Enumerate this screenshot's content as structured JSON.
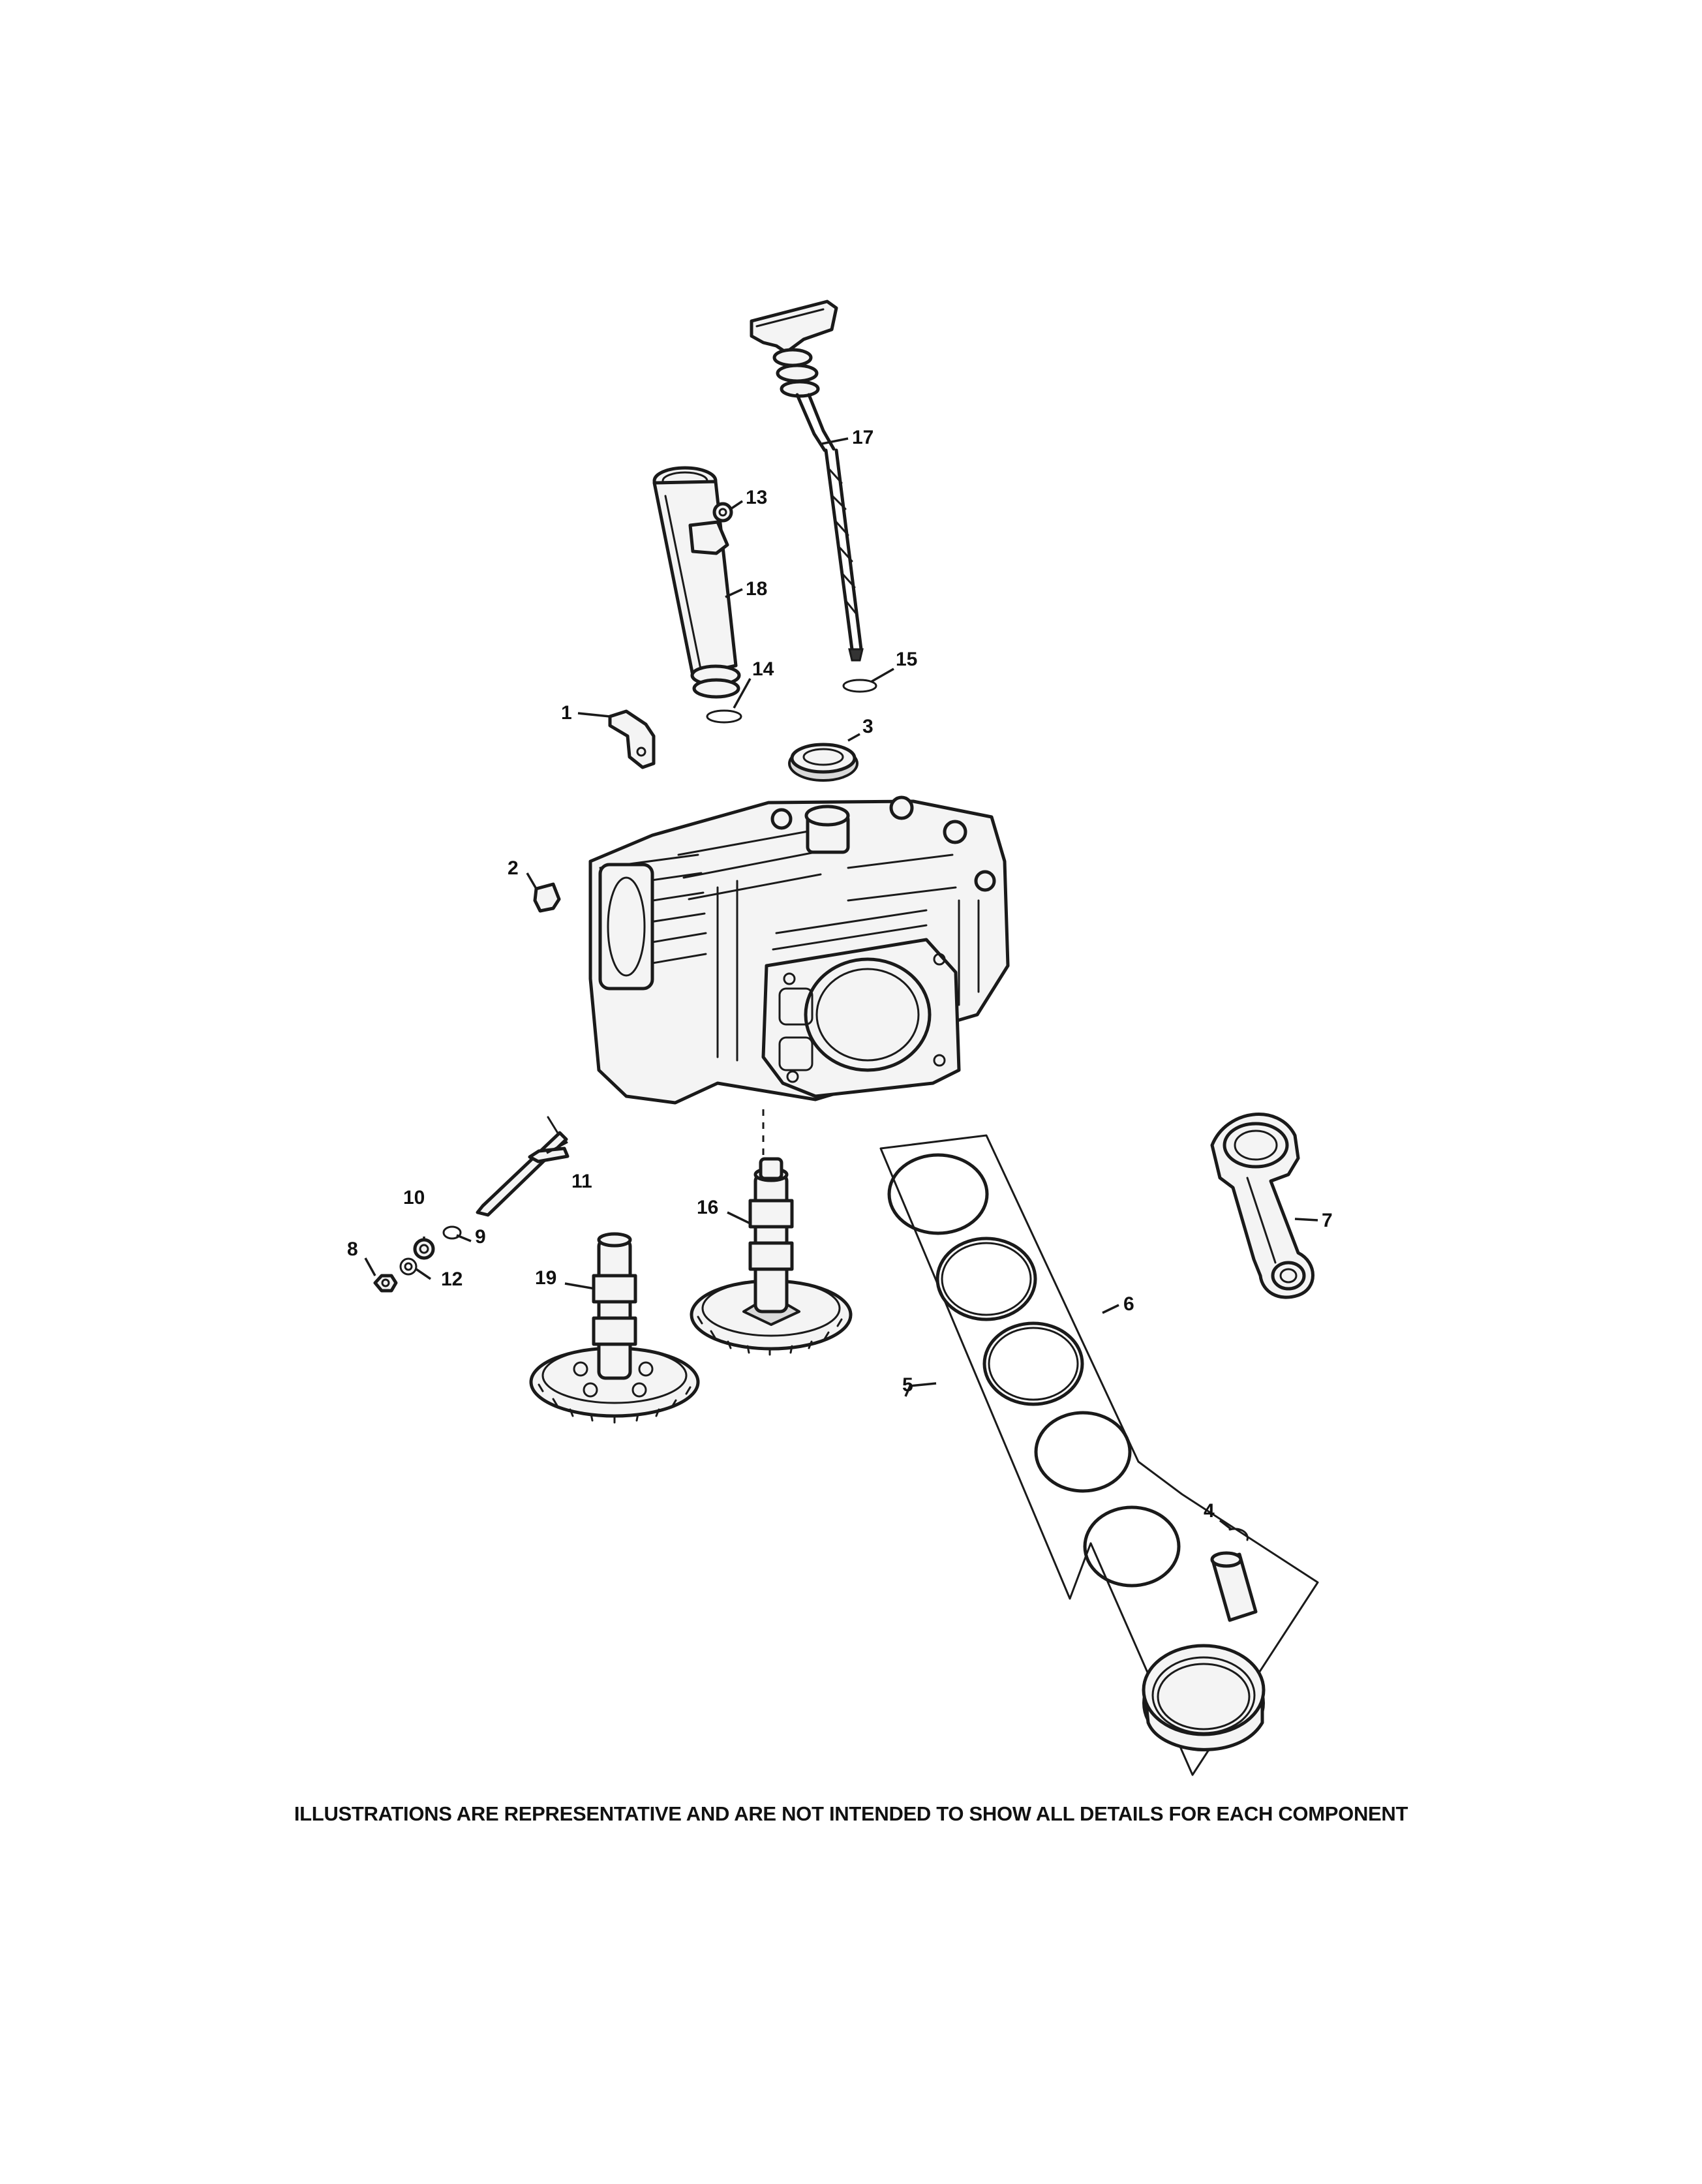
{
  "callouts": {
    "c1": "1",
    "c2": "2",
    "c3": "3",
    "c4": "4",
    "c5": "5",
    "c6": "6",
    "c7": "7",
    "c8": "8",
    "c9": "9",
    "c10": "10",
    "c11": "11",
    "c12": "12",
    "c13": "13",
    "c14": "14",
    "c15": "15",
    "c16": "16",
    "c17": "17",
    "c18": "18",
    "c19": "19"
  },
  "caption": "ILLUSTRATIONS ARE REPRESENTATIVE AND ARE NOT INTENDED TO SHOW ALL DETAILS FOR EACH COMPONENT"
}
